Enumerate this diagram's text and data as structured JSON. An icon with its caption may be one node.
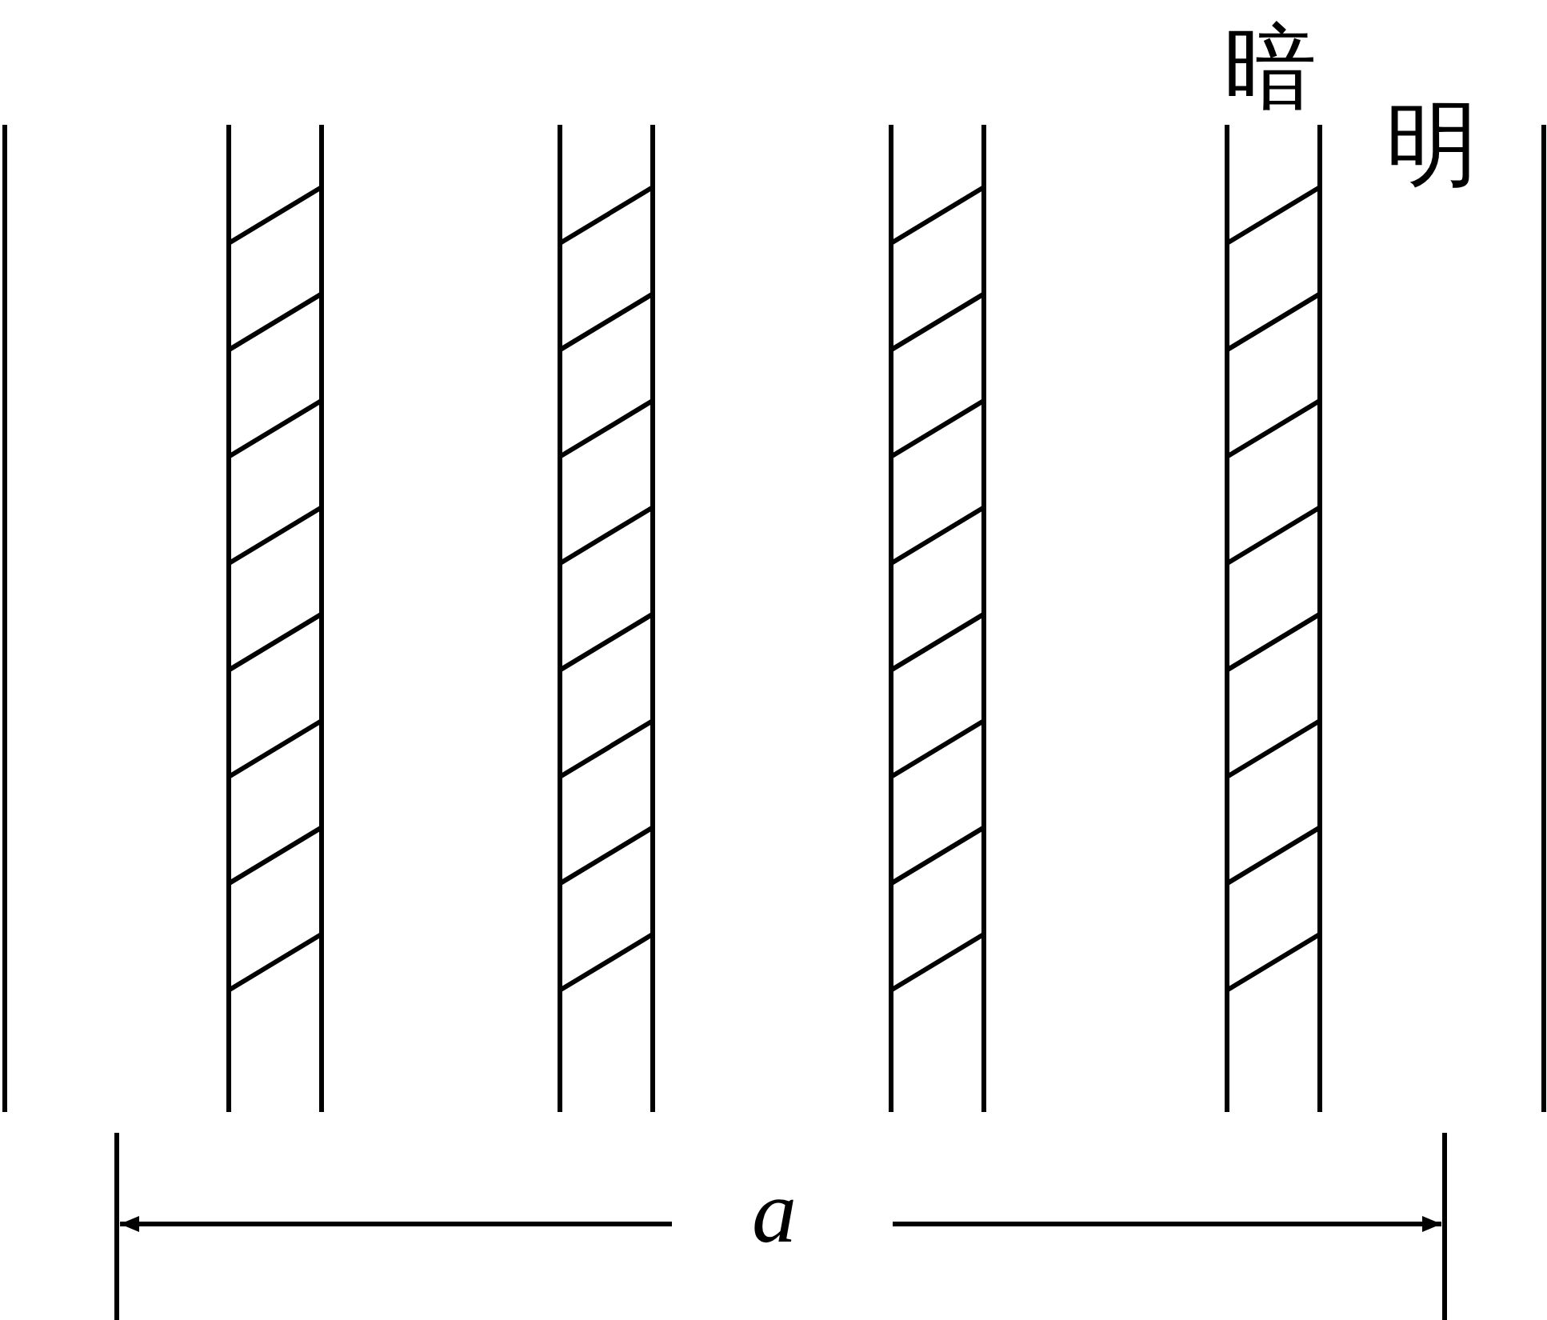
{
  "diagram": {
    "labels": [
      "暗",
      "明",
      "a"
    ]
  }
}
